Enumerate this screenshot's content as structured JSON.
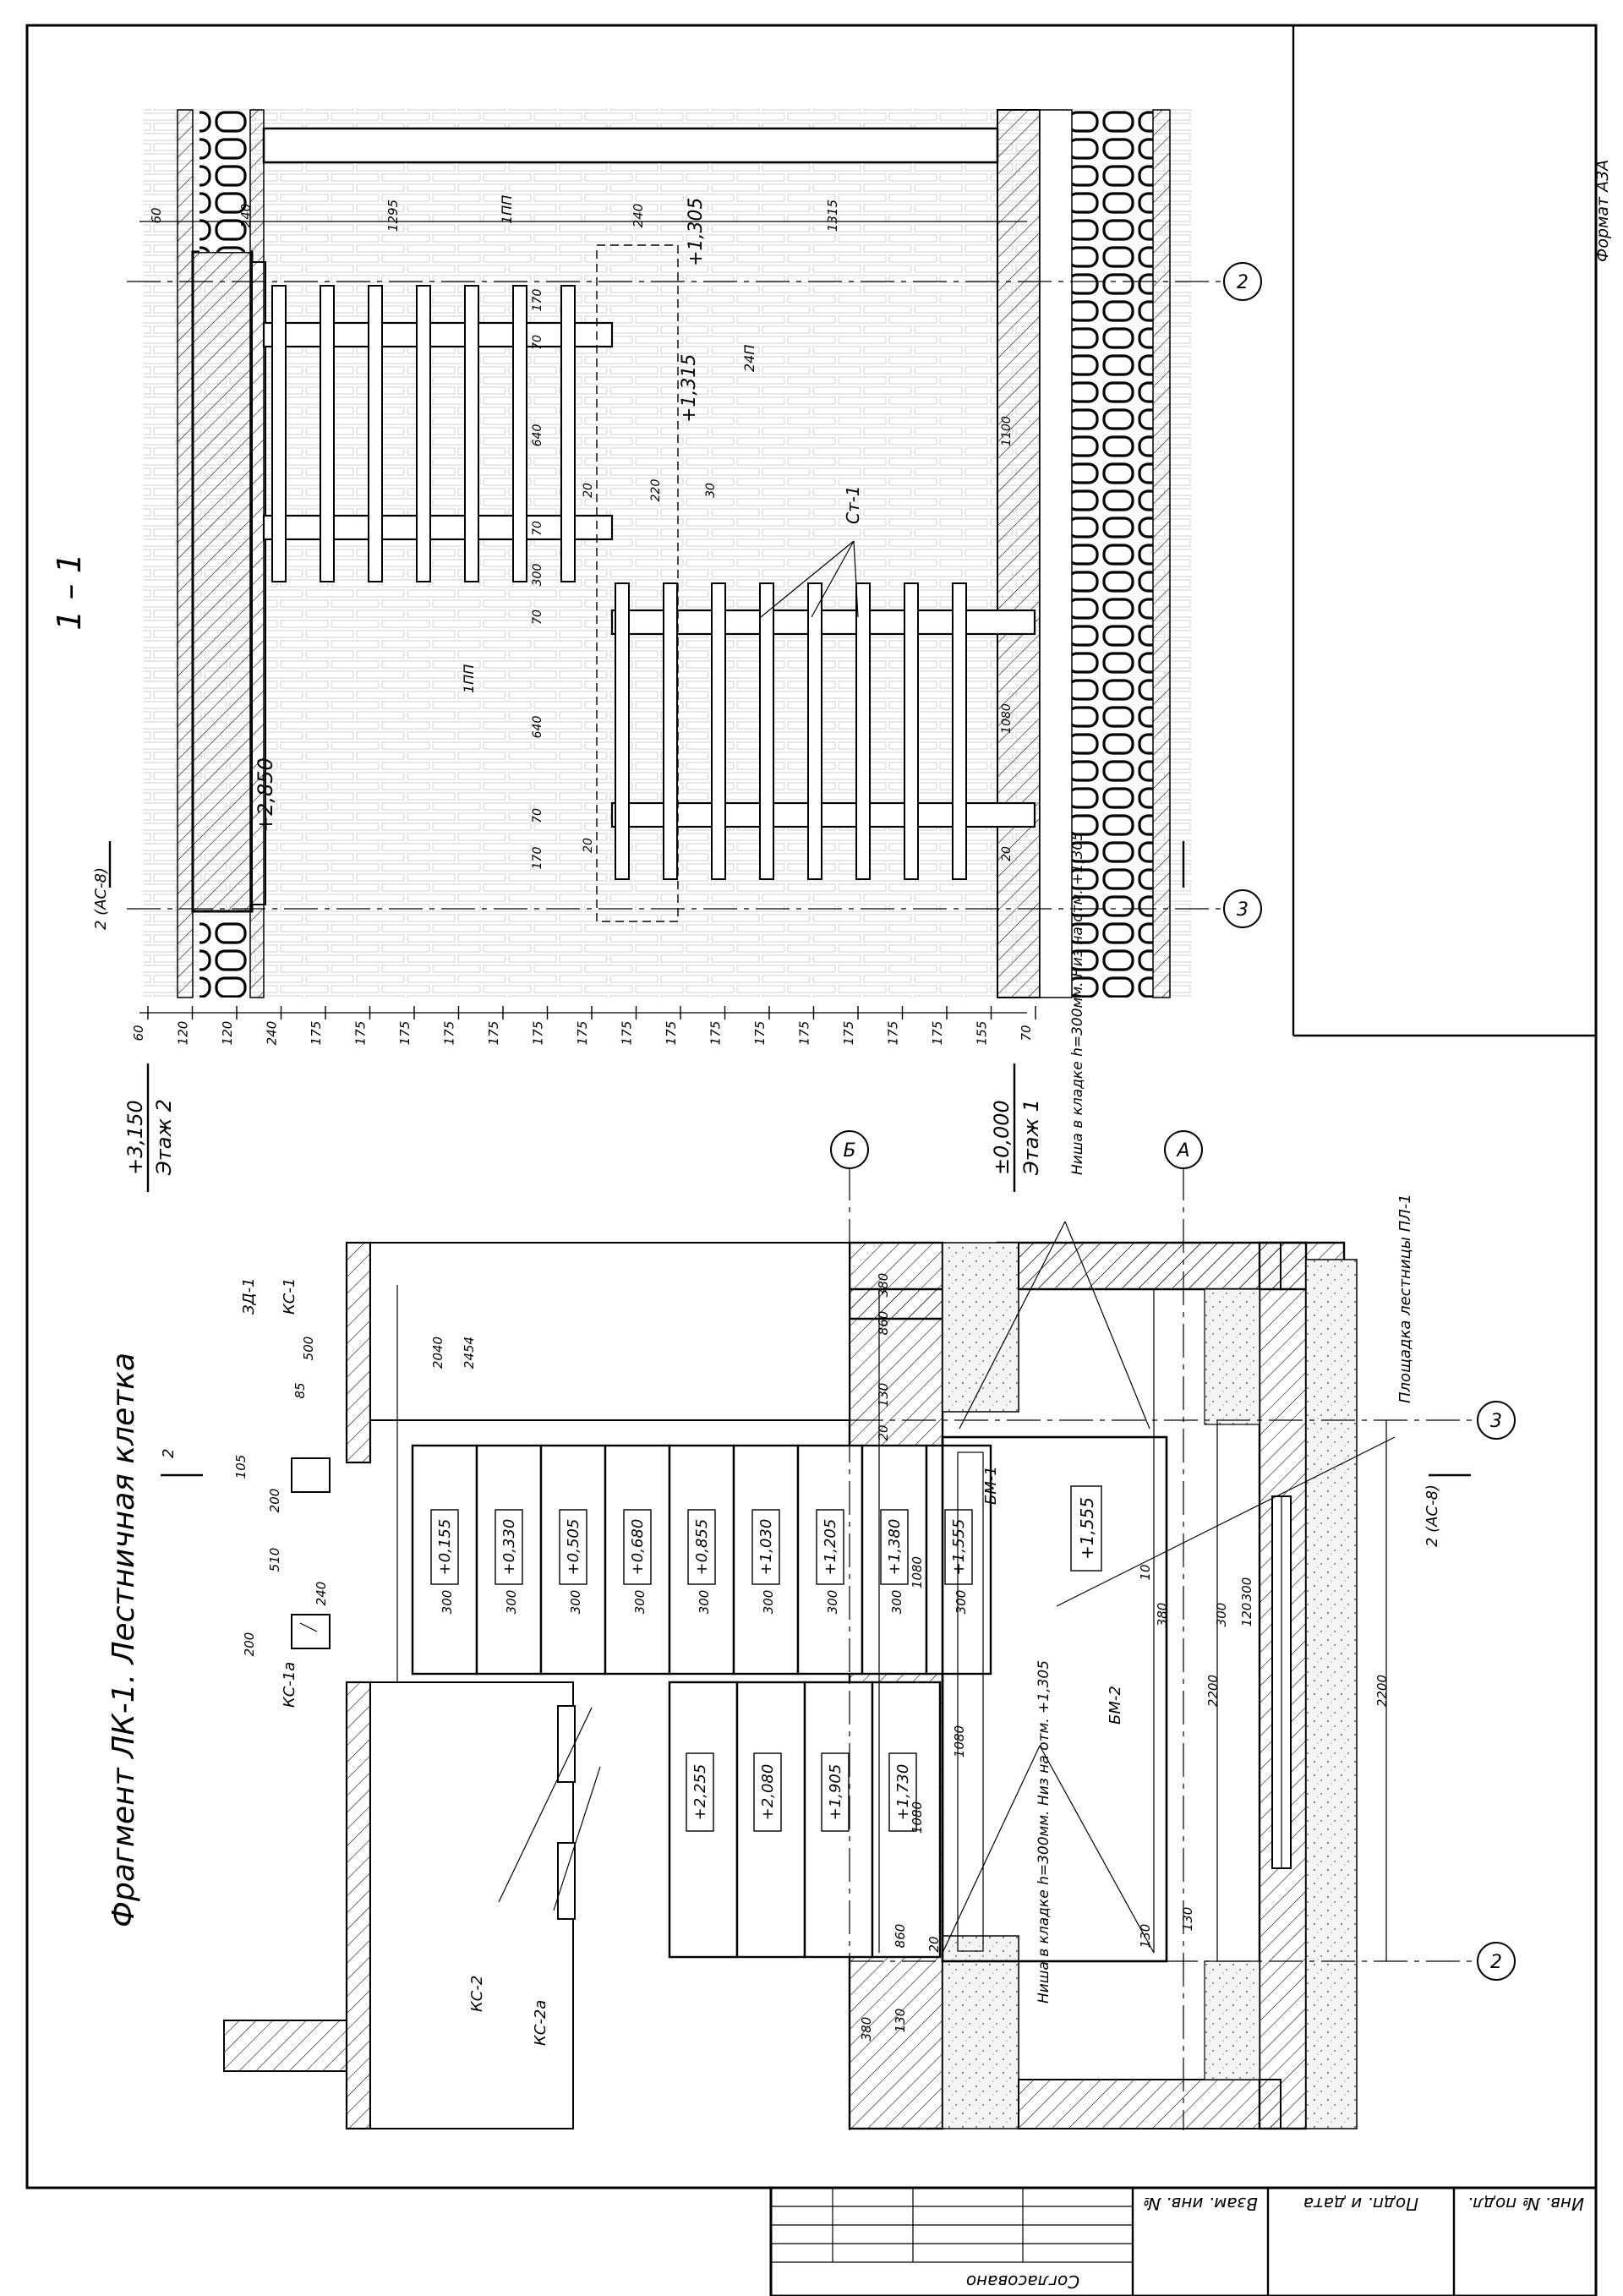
{
  "plan": {
    "title": "Фрагмент ЛК-1. Лестничная клетка",
    "axes": [
      "Б",
      "А",
      "3",
      "2"
    ],
    "section_marker": "2",
    "section_ref": "2 (АС-8)",
    "elevation_top": {
      "value": "+3,150",
      "label": "Этаж 2"
    },
    "elevation_bottom": {
      "value": "±0,000",
      "label": "Этаж 1"
    },
    "step_elevations_lower": [
      "+0,155",
      "+0,330",
      "+0,505",
      "+0,680",
      "+0,855",
      "+1,030",
      "+1,205",
      "+1,380",
      "+1,555"
    ],
    "landing_elevation": "+1,555",
    "step_elevations_upper": [
      "+2,255",
      "+2,080",
      "+1,905",
      "+1,730"
    ],
    "tread_dims": [
      "300",
      "300",
      "300",
      "300",
      "300",
      "300",
      "300",
      "300",
      "300"
    ],
    "dims_top": [
      "240",
      "510",
      "200",
      "105",
      "85",
      "500",
      "200"
    ],
    "dims_horizontal": [
      "2454",
      "2040",
      "860",
      "380",
      "130",
      "20",
      "1080",
      "1080",
      "10",
      "380",
      "120",
      "300",
      "2200",
      "2200",
      "130",
      "300"
    ],
    "dims_lower": [
      "380",
      "130",
      "860",
      "130",
      "20",
      "1080"
    ],
    "labels": {
      "zd1": "ЗД-1",
      "ks1": "КС-1",
      "ks1a": "КС-1а",
      "ks2": "КС-2",
      "ks2a": "КС-2а",
      "bm1": "БМ-1",
      "bm2": "БМ-2",
      "landing": "Площадка лестницы ПЛ-1",
      "niche_top": "Ниша в кладке h=300мм. Низ на отм. +1,305",
      "niche_bottom": "Ниша в кладке h=300мм. Низ на отм. +1,305"
    }
  },
  "section": {
    "title": "1 – 1",
    "axes": [
      "2",
      "3"
    ],
    "elevations": [
      "+2,850",
      "+1,315",
      "+1,305"
    ],
    "labels": {
      "st1": "Ст-1",
      "pp1": "1ПП",
      "pp1b": "1ПП",
      "pp24": "24П",
      "one": "1"
    },
    "dims_bottom": [
      "60",
      "120",
      "120",
      "240",
      "175",
      "175",
      "175",
      "175",
      "175",
      "175",
      "175",
      "175",
      "175",
      "175",
      "175",
      "175",
      "175",
      "175",
      "175",
      "155",
      "70"
    ],
    "dims_top": [
      "60",
      "240",
      "1295",
      "1315",
      "240"
    ],
    "dims_mid": [
      "170",
      "70",
      "640",
      "70",
      "300",
      "70",
      "640",
      "70",
      "170",
      "20",
      "220",
      "30",
      "20",
      "1100",
      "1080",
      "20"
    ],
    "section_ref": "2 (АС-8)",
    "section_marker": "2"
  },
  "title_block": {
    "format": "Формат А3А",
    "approved": "Согласовано",
    "col1": "Взам. инв. №",
    "col2": "Подп. и дата",
    "col3": "Инв. № подл."
  }
}
